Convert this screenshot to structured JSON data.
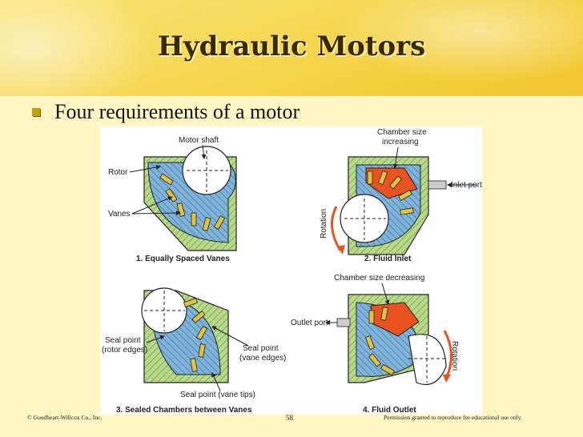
{
  "slide": {
    "title": "Hydraulic Motors",
    "bullet": "Four requirements of a motor"
  },
  "figure": {
    "labels": {
      "motor_shaft": "Motor shaft",
      "rotor": "Rotor",
      "vanes": "Vanes",
      "chamber_increasing": "Chamber size\nincreasing",
      "inlet_port": "Inlet port",
      "rotation_1": "Rotation",
      "chamber_decreasing": "Chamber size decreasing",
      "outlet_port": "Outlet port",
      "rotation_2": "Rotation",
      "seal_rotor": "Seal point\n(rotor edges)",
      "seal_vane_edges": "Seal point\n(vane edges)",
      "seal_vane_tips": "Seal point (vane tips)"
    },
    "captions": {
      "c1": "1.  Equally Spaced Vanes",
      "c2": "2.  Fluid Inlet",
      "c3": "3.  Sealed Chambers between Vanes",
      "c4": "4.  Fluid Outlet"
    }
  },
  "footer": {
    "copyright": "© Goodheart-Willcox Co., Inc.",
    "page": "58",
    "permission": "Permission granted to reproduce for educational use only."
  },
  "colors": {
    "housing": "#b8d98a",
    "rotor": "#7fb3d9",
    "chamber": "#e8531f",
    "vane": "#e2c23a",
    "arrow": "#e8531f"
  }
}
